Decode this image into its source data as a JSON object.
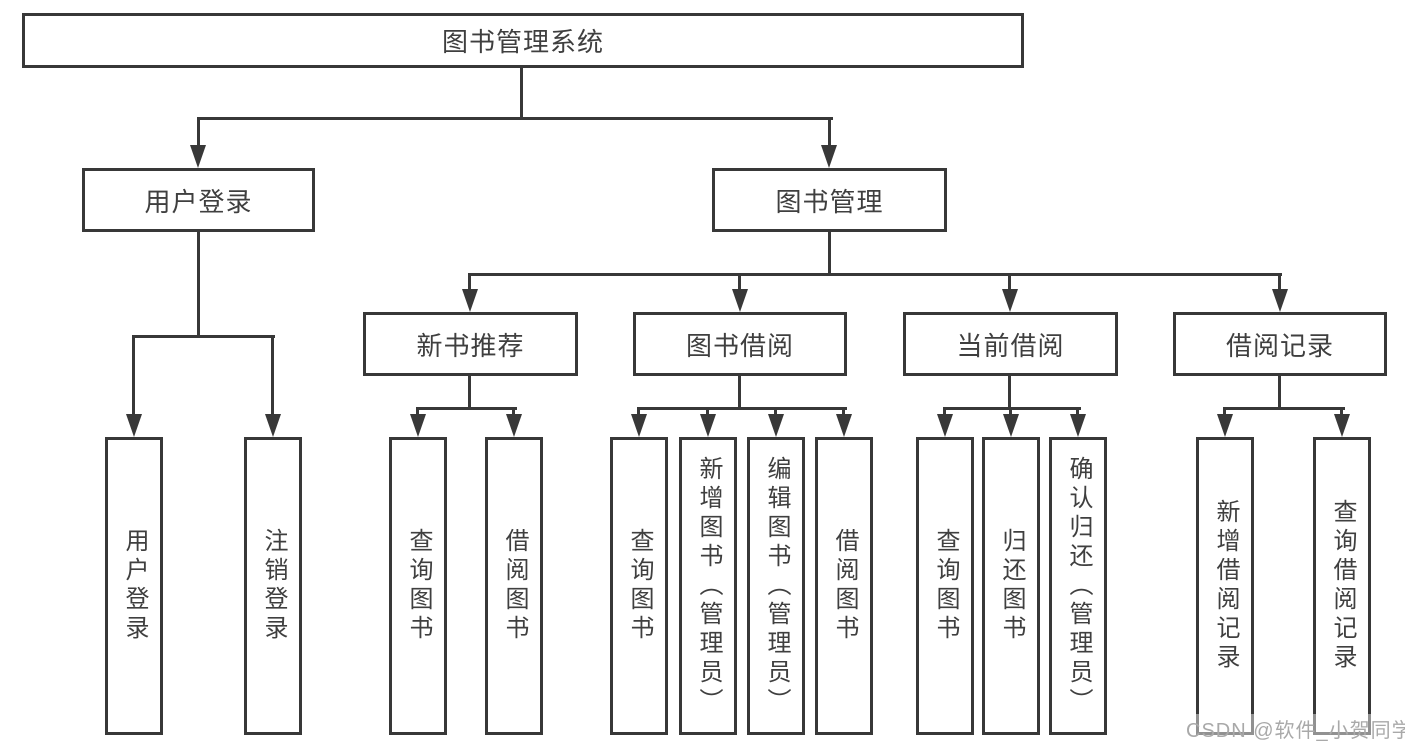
{
  "nodes": {
    "root": "图书管理系统",
    "user_login_group": "用户登录",
    "book_mgmt_group": "图书管理",
    "new_book_rec": "新书推荐",
    "book_borrow": "图书借阅",
    "current_borrow": "当前借阅",
    "borrow_records": "借阅记录",
    "leaf_user_login": "用户登录",
    "leaf_logout": "注销登录",
    "leaf_nbr_query_book": "查询图书",
    "leaf_nbr_borrow_book": "借阅图书",
    "leaf_bb_query_book": "查询图书",
    "leaf_bb_add_book": "新增图书（管理员）",
    "leaf_bb_edit_book": "编辑图书（管理员）",
    "leaf_bb_borrow_book": "借阅图书",
    "leaf_cb_query_book": "查询图书",
    "leaf_cb_return_book": "归还图书",
    "leaf_cb_confirm_return": "确认归还（管理员）",
    "leaf_br_add_record": "新增借阅记录",
    "leaf_br_query_record": "查询借阅记录"
  },
  "watermark": "CSDN @软件_小贺同学",
  "colors": {
    "line": "#383838",
    "text": "#3f3f3f",
    "watermark": "#a9a9a9",
    "background": "#ffffff"
  }
}
